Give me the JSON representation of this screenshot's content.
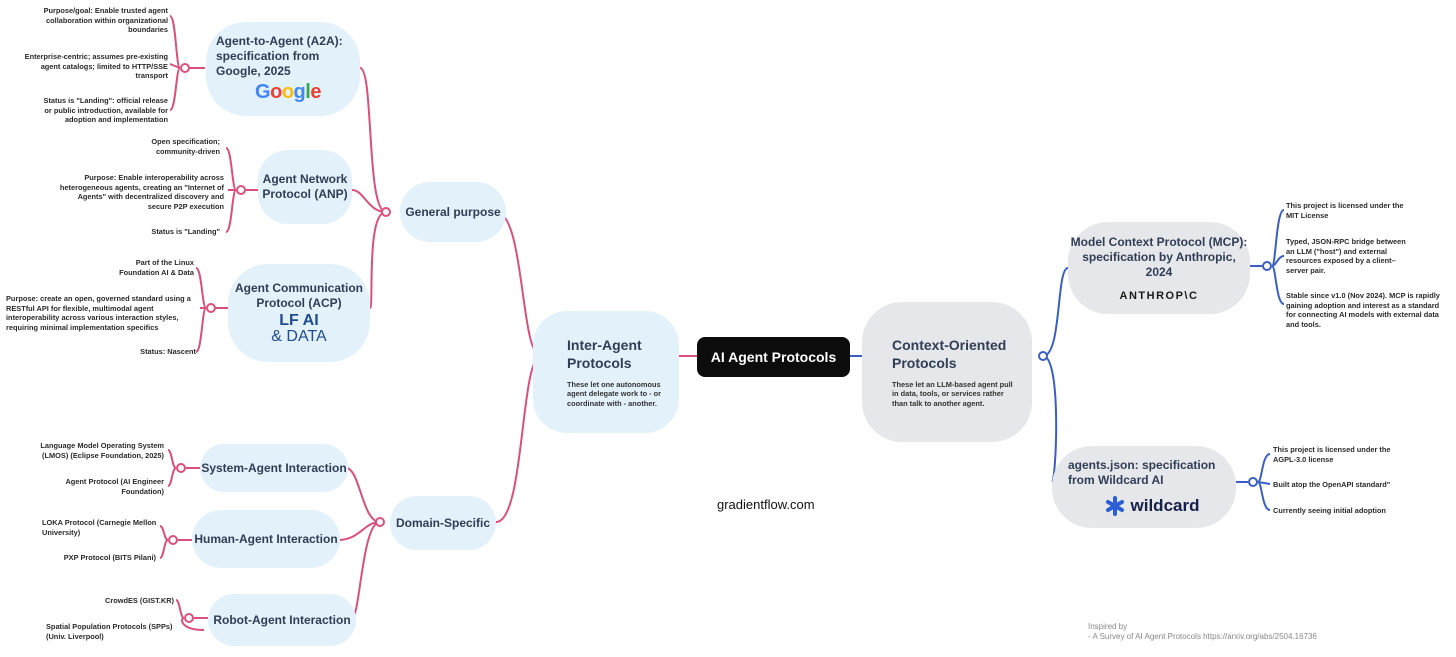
{
  "root": "AI Agent Protocols",
  "inter": {
    "title": "Inter-Agent Protocols",
    "desc": "These let one autonomous agent delegate work to - or coordinate with - another.",
    "general": {
      "title": "General purpose",
      "a2a": {
        "title": "Agent-to-Agent (A2A): specification from Google, 2025",
        "logo": "Google",
        "leaves": [
          "Purpose/goal: Enable trusted agent collaboration within organizational boundaries",
          "Enterprise-centric; assumes pre-existing agent catalogs; limited to HTTP/SSE transport",
          "Status is \"Landing\": official release or public introduction, available for adoption and implementation"
        ]
      },
      "anp": {
        "title": "Agent Network Protocol (ANP)",
        "leaves": [
          "Open specification; community-driven",
          "Purpose: Enable interoperability across heterogeneous agents, creating an \"Internet of Agents\" with decentralized discovery and secure P2P execution",
          "Status is \"Landing\""
        ]
      },
      "acp": {
        "title": "Agent Communication Protocol (ACP)",
        "logo_line1": "LF AI",
        "logo_line2": "& DATA",
        "leaves": [
          "Part of the Linux Foundation AI & Data",
          "Purpose: create an open, governed standard using a RESTful API for flexible, multimodal agent interoperability across various interaction styles, requiring minimal implementation specifics",
          "Status: Nascent"
        ]
      }
    },
    "domain": {
      "title": "Domain-Specific",
      "system": {
        "title": "System-Agent Interaction",
        "leaves": [
          "Language Model Operating System (LMOS) (Eclipse Foundation, 2025)",
          "Agent Protocol (AI Engineer Foundation)"
        ]
      },
      "human": {
        "title": "Human-Agent Interaction",
        "leaves": [
          "LOKA Protocol (Carnegie Mellon University)",
          "PXP Protocol (BITS Pilani)"
        ]
      },
      "robot": {
        "title": "Robot-Agent Interaction",
        "leaves": [
          "CrowdES (GIST.KR)",
          "Spatial Population Protocols (SPPs) (Univ. Liverpool)"
        ]
      }
    }
  },
  "context": {
    "title": "Context-Oriented Protocols",
    "desc": "These let an LLM-based agent pull in data, tools, or services rather than talk to another agent.",
    "mcp": {
      "title": "Model Context Protocol (MCP): specification by Anthropic, 2024",
      "logo": "ANTHROP\\C",
      "leaves": [
        "This project is licensed under the MIT License",
        "Typed, JSON-RPC bridge between an LLM (\"host\") and external resources exposed by a client–server pair.",
        "Stable since v1.0 (Nov 2024). MCP is rapidly gaining adoption and interest as a standard for connecting AI models with external data and tools."
      ]
    },
    "agentsjson": {
      "title": "agents.json: specification from Wildcard AI",
      "logo": "wildcard",
      "leaves": [
        "This project is licensed under the AGPL-3.0 license",
        "Built atop the OpenAPI standard\"",
        "Currently seeing initial adoption"
      ]
    }
  },
  "watermark": "gradientflow.com",
  "inspired_line1": "Inspired by",
  "inspired_line2": "- A Survey of AI Agent Protocols  https://arxiv.org/abs/2504.16736",
  "colors": {
    "pink": "#d9507c",
    "blue": "#3a5fc4",
    "node_blue": "#e3f1fb",
    "node_grey": "#e6e7ea"
  }
}
